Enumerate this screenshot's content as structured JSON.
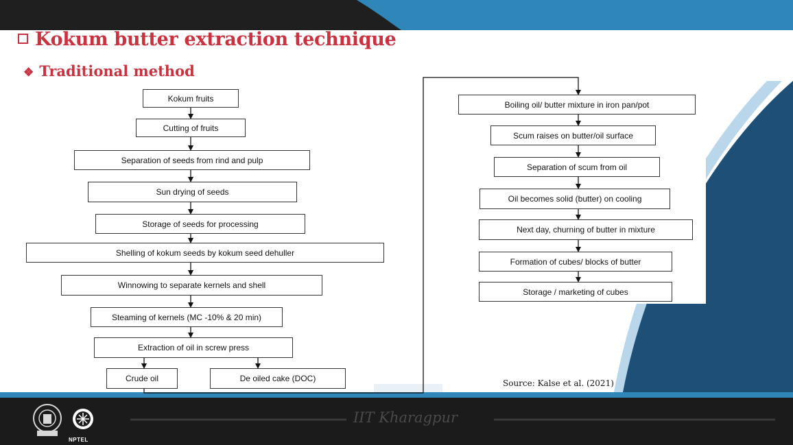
{
  "slide": {
    "title": "Kokum butter extraction technique",
    "subtitle": "Traditional method",
    "source": "Source: Kalse et al. (2021)",
    "footer_institution": "IIT Kharagpur",
    "footer_logo_text": "NPTEL"
  },
  "flowchart": {
    "left_steps": [
      "Kokum fruits",
      "Cutting of fruits",
      "Separation of seeds from rind and pulp",
      "Sun drying of seeds",
      "Storage of seeds for processing",
      "Shelling of kokum seeds by  kokum seed dehuller",
      "Winnowing to separate kernels and shell",
      "Steaming of kernels (MC -10% & 20 min)",
      "Extraction of oil in screw press"
    ],
    "outputs": [
      "Crude oil",
      "De oiled cake (DOC)"
    ],
    "right_steps": [
      "Boiling oil/ butter  mixture in iron pan/pot",
      "Scum raises on butter/oil surface",
      "Separation of scum from oil",
      "Oil becomes solid (butter) on cooling",
      "Next day, churning of butter in mixture",
      "Formation of cubes/ blocks of butter",
      "Storage / marketing of cubes"
    ]
  },
  "colors": {
    "title_red": "#c9323f",
    "banner_blue": "#2f86b9",
    "navy": "#1e4f77",
    "footer_dark": "#1b1b1b"
  }
}
